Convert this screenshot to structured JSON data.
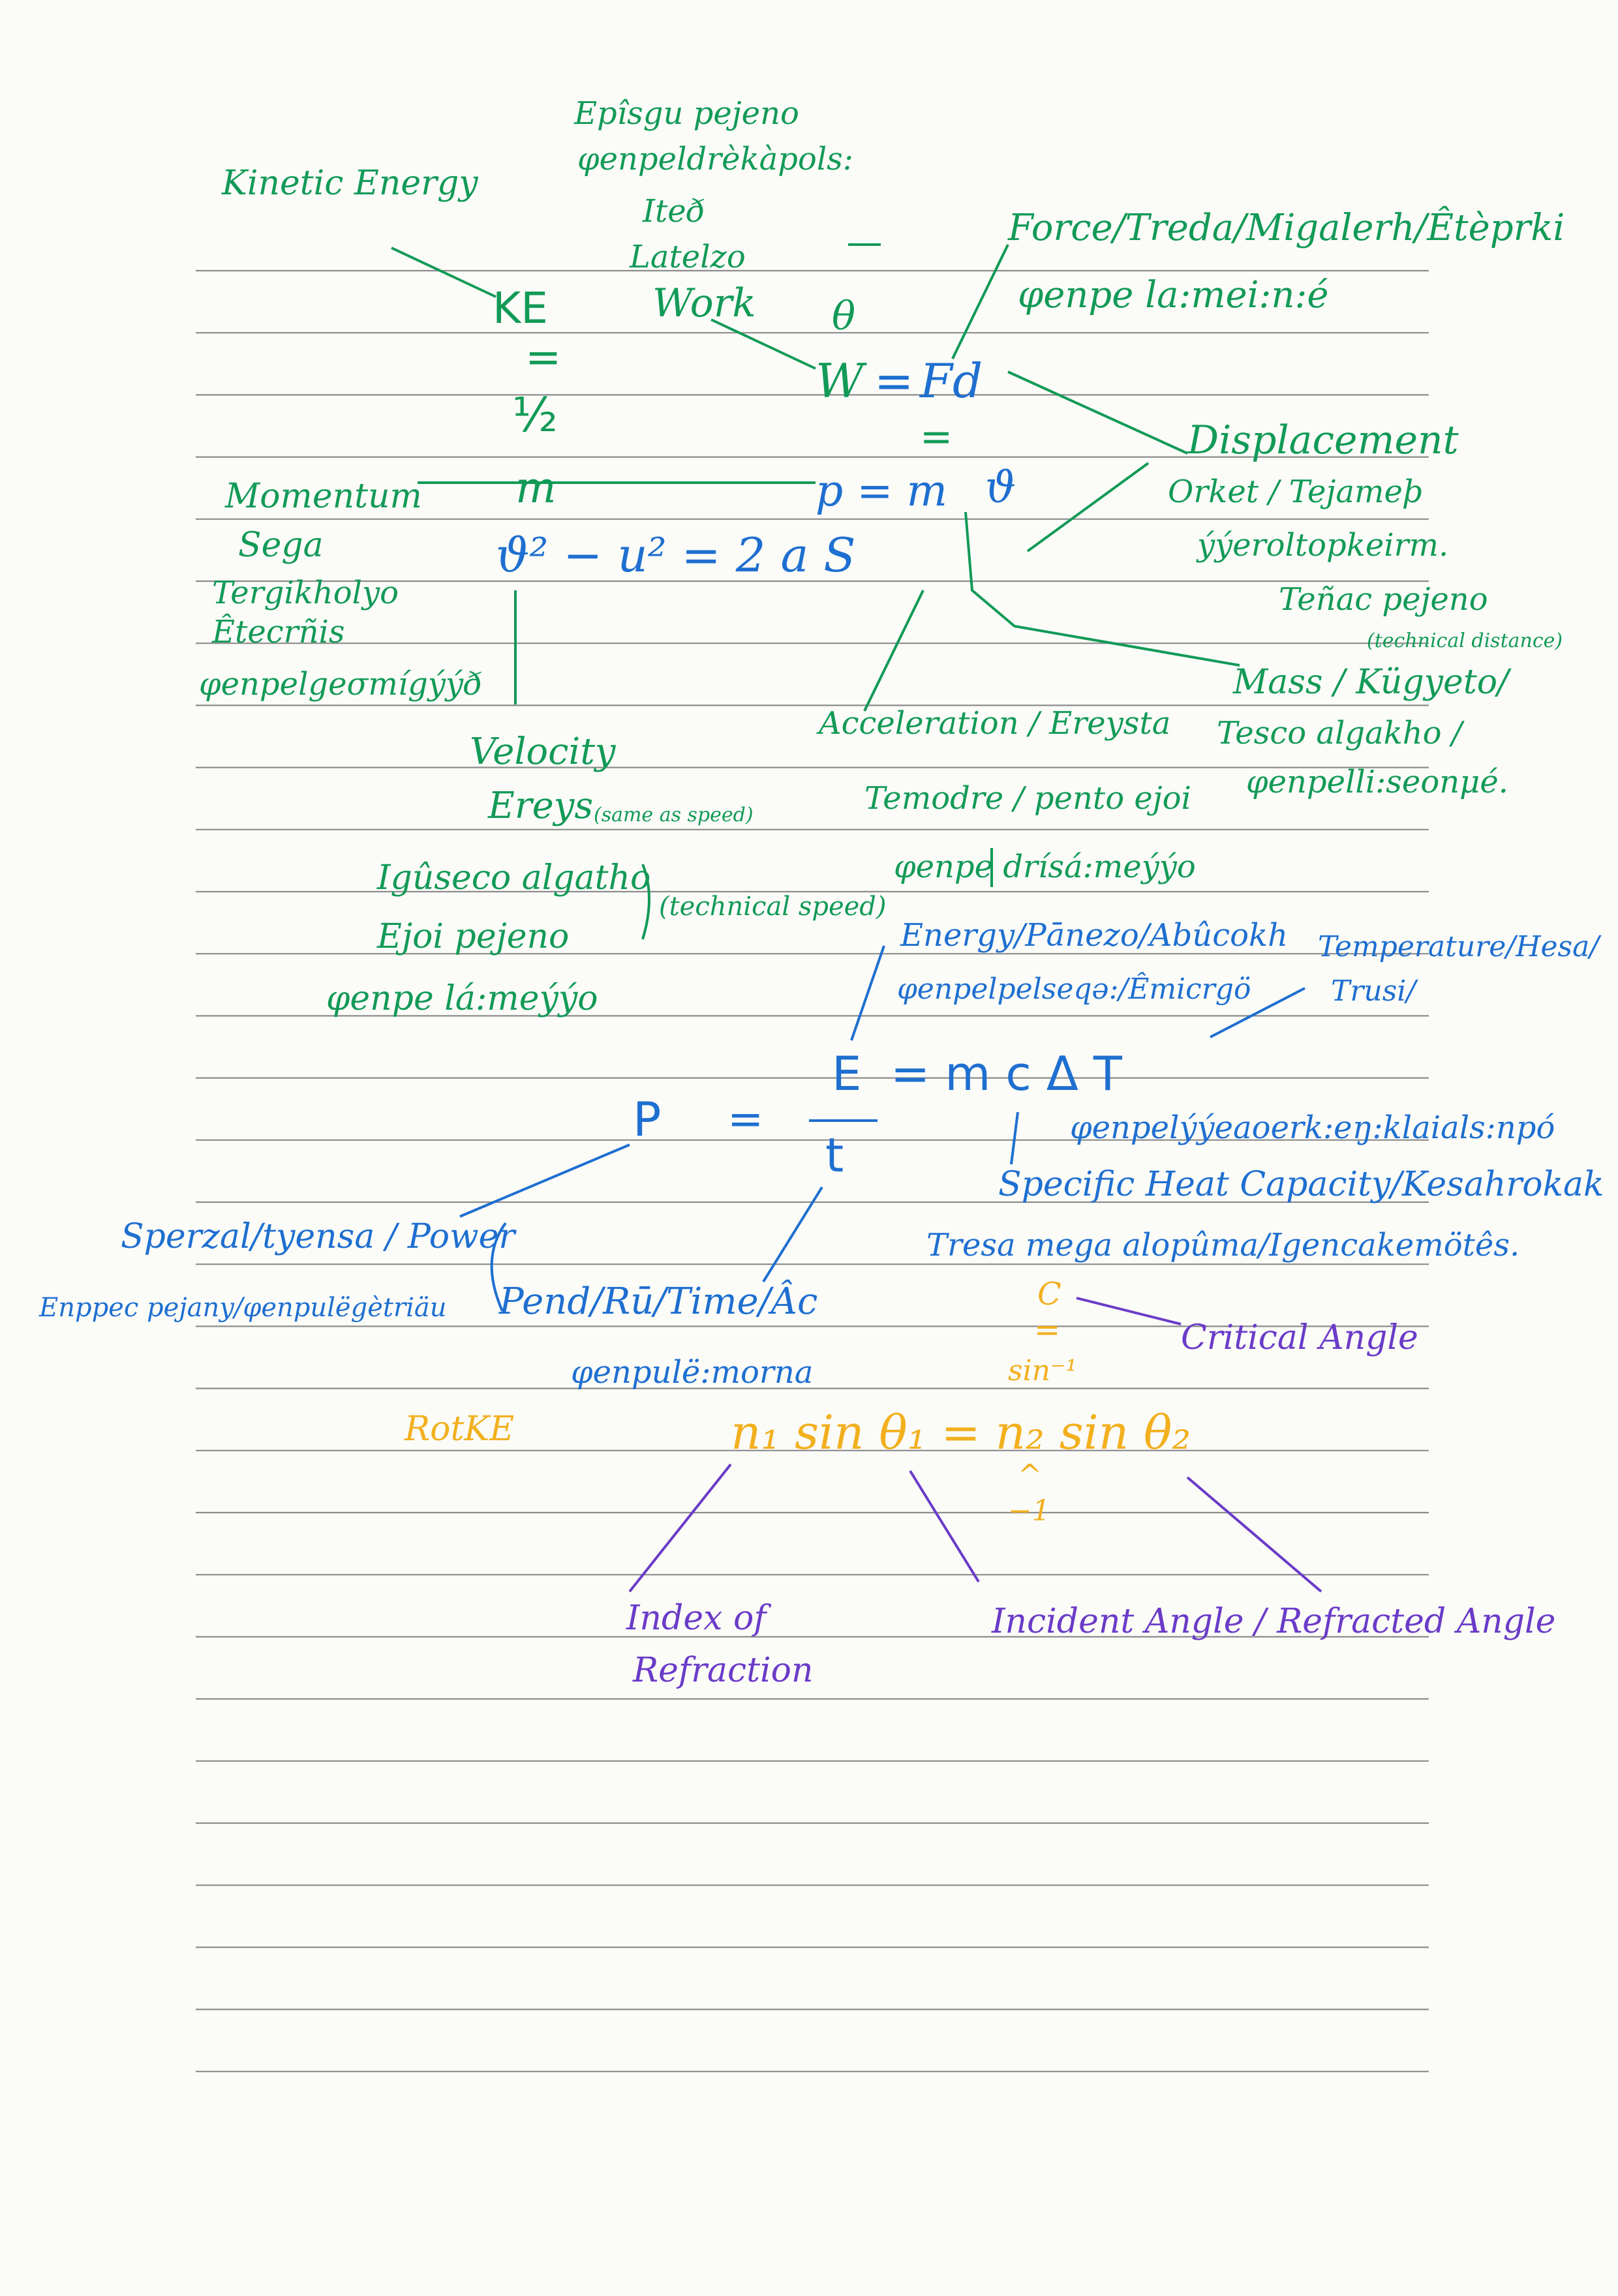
{
  "colors": {
    "ink_green": "#129a57",
    "ink_blue": "#1e6fd0",
    "ink_yellow": "#f2b01e",
    "ink_purple": "#6a3bc8",
    "rule_line": "#8c8c8c",
    "paper": "#fbfbf8"
  },
  "green_notes": {
    "kinetic_energy": "Kinetic Energy",
    "episgu_1": "Epîsgu pejeno",
    "episgu_2": "φenpeldrèkàpols:",
    "ited": "Iteð",
    "latelzo": "Latelzo",
    "work": "Work",
    "force": "Force/Treda/Migalerh/Êtèprki",
    "force_2": "φenpe la:mei:n:é",
    "displacement": "Displacement",
    "orket": "Orket / Tejameþ",
    "yyerol": "ýýeroltopkeirm.",
    "tenac": "Teñac pejeno",
    "tech_distance": "(technical distance)",
    "mass": "Mass / Kügyeto/",
    "tesco": "Tesco algakho /",
    "penpelli": "φenpelli:seonμé.",
    "momentum": "Momentum",
    "sega": "Sega",
    "tergi": "Tergikholyo",
    "etecr": "Êtecrñis",
    "penpelge": "φenpelgeσmígýýð",
    "velocity": "Velocity",
    "ereys": "Ereys",
    "same_as_speed": "(same as speed)",
    "iguseco": "Igûseco algatho",
    "tech_speed": "(technical speed)",
    "ejoi": "Ejoi pejeno",
    "penpe_la": "φenpe lá:meýýo",
    "acceleration": "Acceleration / Ereysta",
    "temodre": "Temodre / pento ejoi",
    "penpe_dri": "φenpe drísá:meýýo"
  },
  "green_eq": {
    "KE": "KE",
    "eq1": "=",
    "half": "½",
    "m": "m",
    "theta": "θ",
    "W": "W",
    "eq_work": "=",
    "Fd": "Fd",
    "eq2": "=",
    "p_eq": "p = m",
    "v_top": "ϑ",
    "kin_row": "ϑ² − u² = 2 a S"
  },
  "blue_notes": {
    "energy": "Energy/Pānezo/Abûcokh",
    "energy_2": "φenpelpelseqə:/Êmicrgö",
    "temperature": "Temperature/Hesa/",
    "trusi": "Trusi/",
    "penpelyy": "φenpelýýeaoerk:eŋ:klaials:npó",
    "specific_heat": "Specific Heat Capacity/Kesahrokak",
    "tresa": "Tresa mega alopûma/Igencakemötês.",
    "power": "Sperzal/tyensa / Power",
    "enppec": "Enppec pejany/φenpulëgètriäu",
    "pend": "Pend/Rū/Time/Âc",
    "penpule": "φenpulë:morna"
  },
  "blue_eq": {
    "P": "P",
    "eq": "=",
    "E_top": "E",
    "t_bot": "t",
    "mcdt": "= m c Δ T"
  },
  "yellow": {
    "rotke": "RotKE",
    "c": "C",
    "eq": "=",
    "sin_inv": "sin⁻¹",
    "snell": "n₁ sin θ₁ = n₂ sin θ₂",
    "caret": "^",
    "minus_one": "−1"
  },
  "purple": {
    "critical_angle": "Critical Angle",
    "index_1": "Index of",
    "index_2": "Refraction",
    "incident": "Incident Angle / Refracted Angle"
  }
}
